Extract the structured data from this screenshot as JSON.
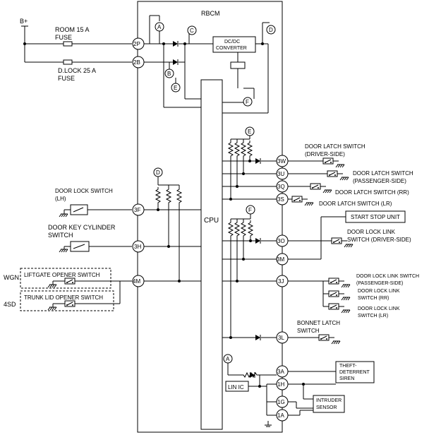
{
  "module": {
    "title": "RBCM",
    "cpu": "CPU",
    "dcdc": [
      "DC/DC",
      "CONVERTER"
    ],
    "lin": "LIN IC"
  },
  "supply": {
    "battery": "B+",
    "fuse1": [
      "ROOM 15 A",
      "FUSE"
    ],
    "fuse2": [
      "D.LOCK 25 A",
      "FUSE"
    ]
  },
  "refs": {
    "A": "A",
    "B": "B",
    "C": "C",
    "D": "D",
    "E": "E",
    "F": "F"
  },
  "terminals": {
    "2P": "2P",
    "2B": "2B",
    "3F": "3F",
    "3H": "3H",
    "4M": "4M",
    "3W": "3W",
    "3U": "3U",
    "3Q": "3Q",
    "3S": "3S",
    "3O": "3O",
    "3M": "3M",
    "3J": "3J",
    "3L": "3L",
    "3A": "3A",
    "1H": "1H",
    "1G": "1G",
    "1A": "1A"
  },
  "left": {
    "door_lock_switch": [
      "DOOR LOCK SWITCH",
      "(LH)"
    ],
    "door_key_cyl": [
      "DOOR KEY CYLINDER",
      "SWITCH"
    ],
    "wgn": "WGN",
    "sd4": "4SD",
    "liftgate": "LIFTGATE OPENER SWITCH",
    "trunk": "TRUNK LID OPENER SWITCH"
  },
  "right": {
    "latch_driver": [
      "DOOR LATCH SWITCH",
      "(DRIVER-SIDE)"
    ],
    "latch_pass": [
      "DOOR LATCH SWITCH",
      "(PASSENGER-SIDE)"
    ],
    "latch_rr": "DOOR LATCH SWITCH (RR)",
    "latch_lr": "DOOR LATCH SWITCH (LR)",
    "start_stop": "START STOP UNIT",
    "link_driver": [
      "DOOR LOCK LINK",
      "SWITCH (DRIVER-SIDE)"
    ],
    "link_pass": [
      "DOOR LOCK LINK SWITCH",
      "(PASSENGER-SIDE)"
    ],
    "link_rr": [
      "DOOR LOCK LINK",
      "SWITCH (RR)"
    ],
    "link_lr": [
      "DOOR LOCK LINK",
      "SWITCH (LR)"
    ],
    "bonnet": [
      "BONNET LATCH",
      "SWITCH"
    ],
    "siren": [
      "THEFT-",
      "DETERRENT",
      "SIREN"
    ],
    "intruder": [
      "INTRUDER",
      "SENSOR"
    ]
  }
}
